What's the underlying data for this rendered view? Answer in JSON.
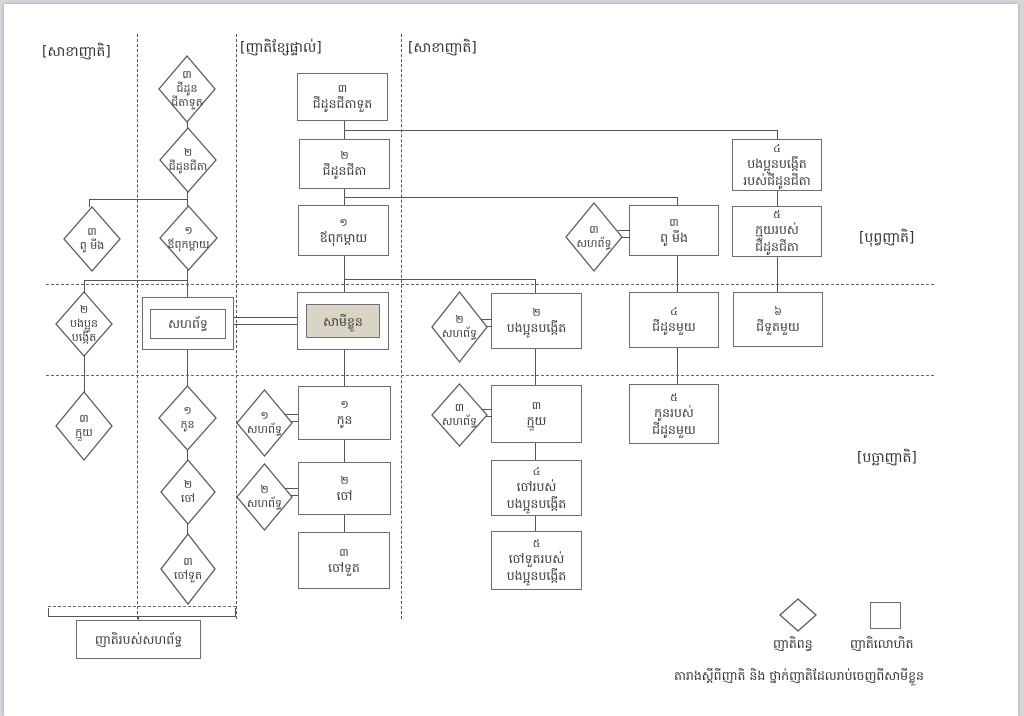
{
  "section_labels": {
    "left_branch": "[សាខាញាតិ]",
    "direct_line": "[ញាតិខ្សែផ្ទាល់]",
    "right_branch": "[សាខាញាតិ]",
    "ancestors": "[បុព្វញាតិ]",
    "descendants": "[បច្ឆាញាតិ]"
  },
  "direct_line": {
    "great_grandparents": {
      "num": "៣",
      "label": "ជីដូនជីតាទួត"
    },
    "grandparents": {
      "num": "២",
      "label": "ជីដូនជីតា"
    },
    "parents": {
      "num": "១",
      "label": "ឪពុកម្ដាយ"
    },
    "self": {
      "label": "សាមីខ្លួន"
    },
    "child": {
      "num": "១",
      "label": "កូន"
    },
    "grandchild": {
      "num": "២",
      "label": "ចៅ"
    },
    "great_grandchild": {
      "num": "៣",
      "label": "ចៅទួត"
    }
  },
  "spouse_side": {
    "spouse": {
      "label": "សហព័ទ្ធ"
    },
    "great_grandparents": {
      "num": "៣",
      "label": "ជីដូនជីតាទួត"
    },
    "grandparents": {
      "num": "២",
      "label": "ជីដូនជីតា"
    },
    "parents": {
      "num": "១",
      "label": "ឪពុកម្ដាយ"
    },
    "uncle_aunt": {
      "num": "៣",
      "label": "ពូ មីង"
    },
    "siblings": {
      "num": "២",
      "label": "បងប្អូនបង្កើត"
    },
    "nephew_niece": {
      "num": "៣",
      "label": "ក្មួយ"
    },
    "child": {
      "num": "១",
      "label": "កូន"
    },
    "grandchild": {
      "num": "២",
      "label": "ចៅ"
    },
    "great_grandchild": {
      "num": "៣",
      "label": "ចៅទួត"
    },
    "group_label": "ញាតិរបស់សហព័ទ្ធ"
  },
  "in_laws": {
    "child_spouse": {
      "num": "១",
      "label": "សហព័ទ្ធ"
    },
    "grandchild_spouse": {
      "num": "២",
      "label": "សហព័ទ្ធ"
    },
    "sibling_spouse": {
      "num": "២",
      "label": "សហព័ទ្ធ"
    },
    "nephew_spouse": {
      "num": "៣",
      "label": "សហព័ទ្ធ"
    },
    "uncle_spouse": {
      "num": "៣",
      "label": "សហព័ទ្ធ"
    }
  },
  "collateral": {
    "siblings": {
      "num": "២",
      "label": "បងប្អូនបង្កើត"
    },
    "nephew_niece": {
      "num": "៣",
      "label": "ក្មួយ"
    },
    "sibling_grandchild": {
      "num": "៤",
      "label1": "ចៅរបស់",
      "label2": "បងប្អូនបង្កើត"
    },
    "sibling_great_grandchild": {
      "num": "៥",
      "label1": "ចៅទួតរបស់",
      "label2": "បងប្អូនបង្កើត"
    },
    "uncle_aunt": {
      "num": "៣",
      "label": "ពូ មីង"
    },
    "cousin": {
      "num": "៤",
      "label": "ជីដូនមួយ"
    },
    "cousin_child": {
      "num": "៥",
      "label1": "កូនរបស់",
      "label2": "ជីដូនមួយ"
    },
    "grandparent_siblings": {
      "num": "៤",
      "label1": "បងប្អូនបង្កើត",
      "label2": "របស់ជីដូនជីតា"
    },
    "grandparent_nephew": {
      "num": "៥",
      "label1": "ក្មួយរបស់",
      "label2": "ជីដូនជីតា"
    },
    "second_cousin": {
      "num": "៦",
      "label": "ជីទួតមួយ"
    }
  },
  "legend": {
    "affinity": "ញាតិពន្ធ",
    "blood": "ញាតិលោហិត",
    "caption": "តារាងស្ដីពីញាតិ និង ថ្នាក់ញាតិដែលរាប់ចេញពីសាមីខ្លួន"
  },
  "colors": {
    "self_fill": "#d9d4c3",
    "line": "#555555"
  }
}
